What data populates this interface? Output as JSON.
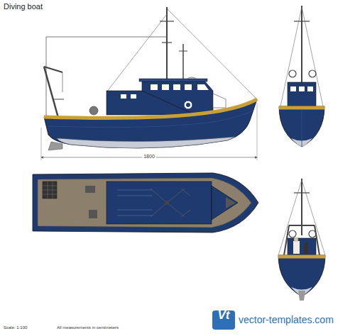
{
  "diagram": {
    "title": "Diving boat",
    "labels": [
      "1800",
      "Scale: 1:100",
      "All measurements in centimeters",
      "Vt",
      "vector-templates.com"
    ]
  }
}
